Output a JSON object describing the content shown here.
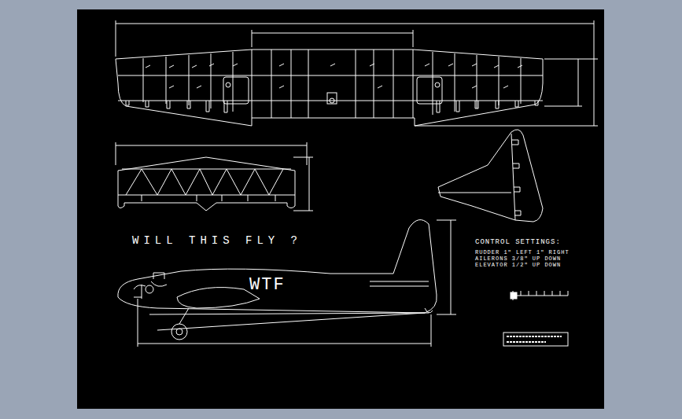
{
  "diagram": {
    "labels": [
      "WILL THIS FLY ?",
      "WTF",
      "CONTROL SETTINGS:",
      "RUDDER 1\" LEFT 1\" RIGHT",
      "AILERONS 3/8\" UP DOWN",
      "ELEVATOR 1/2\" UP DOWN"
    ]
  }
}
